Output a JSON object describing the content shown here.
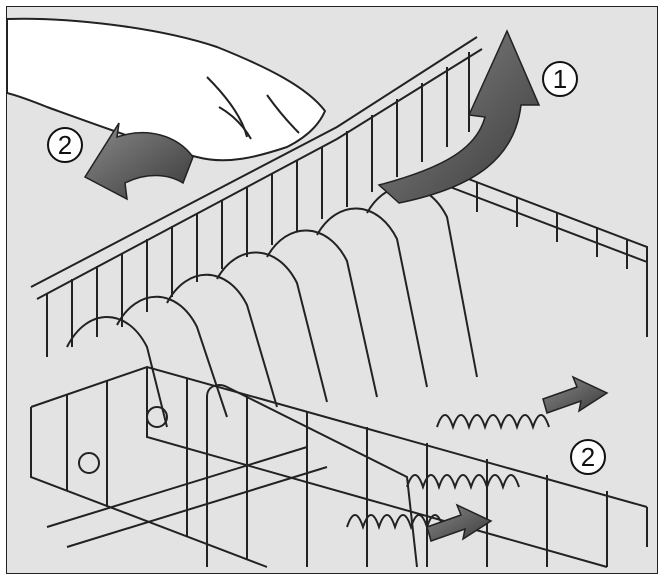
{
  "diagram": {
    "background_color": "#e3e3e3",
    "line_color": "#222222",
    "arrow_color": "#4a4a4a",
    "callouts": {
      "step_one": "1",
      "step_two_left": "2",
      "step_two_right": "2"
    },
    "icons": [
      "hand-icon",
      "dish-rack-icon",
      "fold-up-arrow-icon",
      "fold-down-arrow-icon",
      "slide-arrow-icon"
    ]
  }
}
